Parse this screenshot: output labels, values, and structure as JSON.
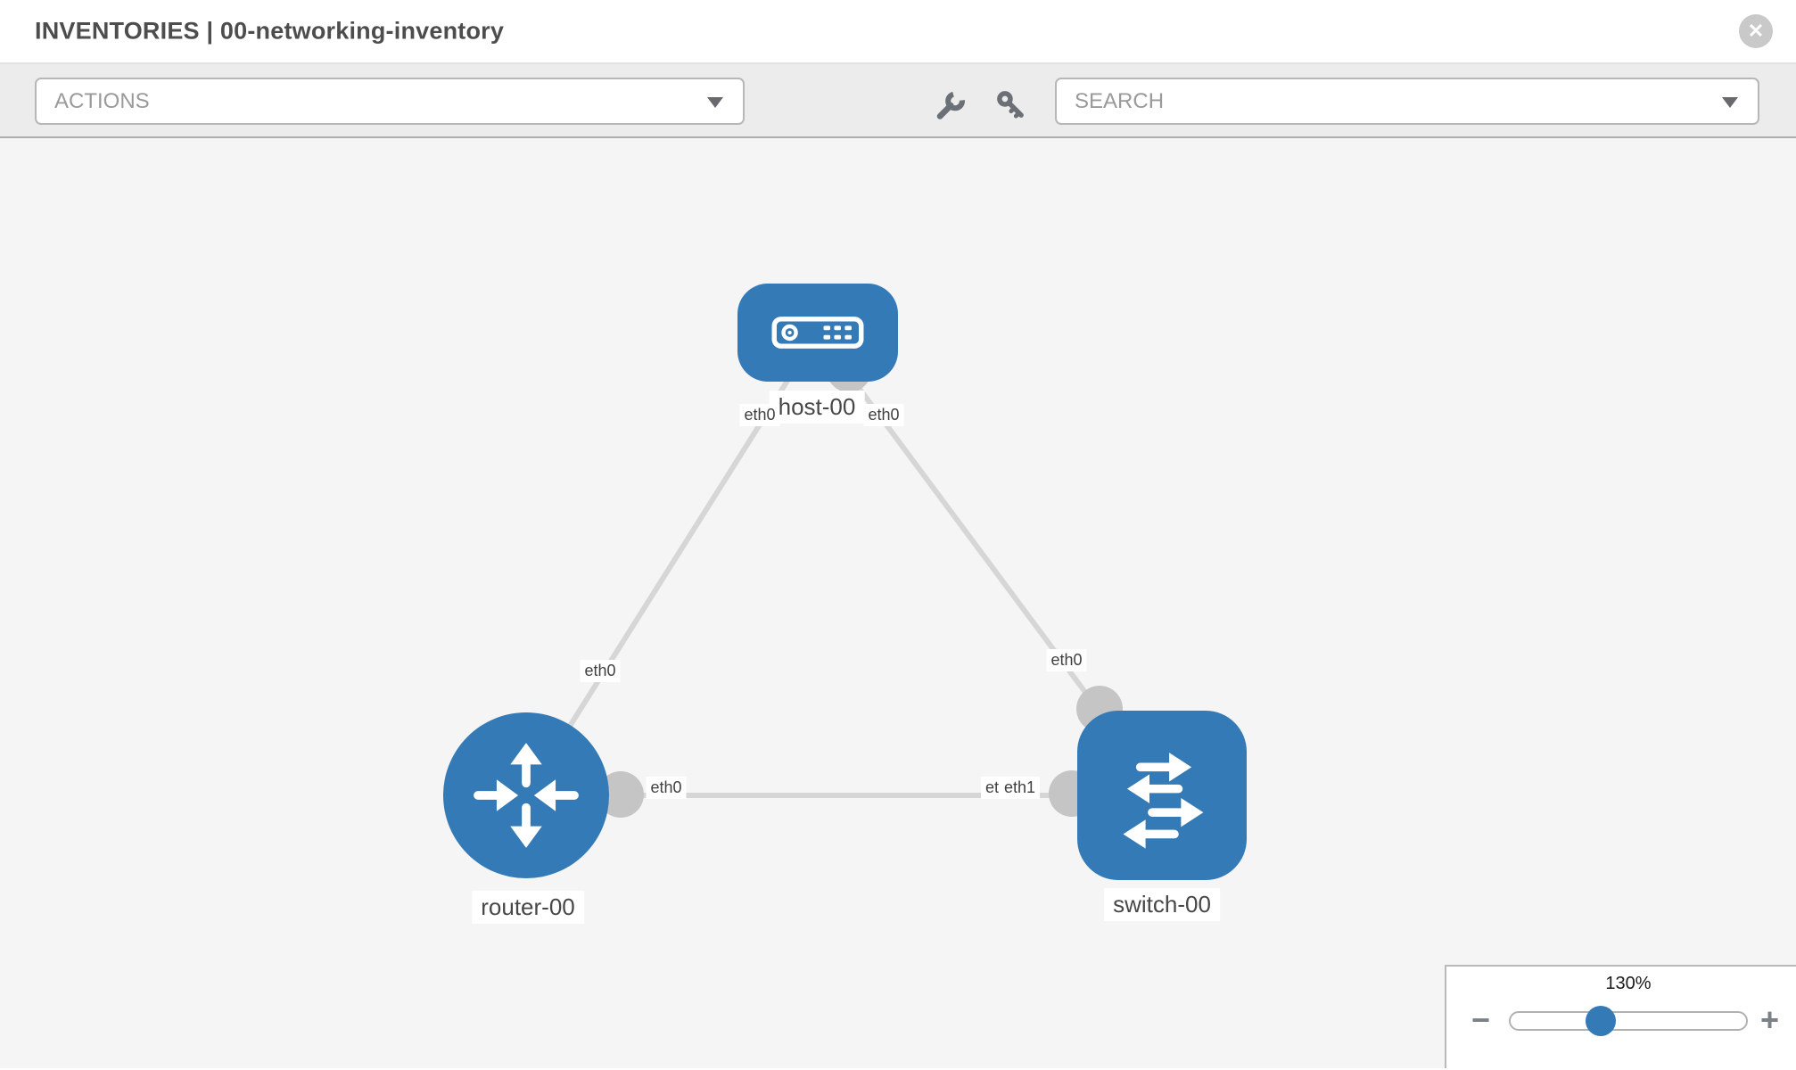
{
  "header": {
    "section": "INVENTORIES",
    "separator": "|",
    "inventory_name": "00-networking-inventory"
  },
  "toolbar": {
    "actions_label": "ACTIONS",
    "search_placeholder": "SEARCH",
    "icons": [
      "wrench-icon",
      "key-icon"
    ]
  },
  "topology": {
    "nodes": [
      {
        "name": "host-00",
        "type": "host"
      },
      {
        "name": "router-00",
        "type": "router"
      },
      {
        "name": "switch-00",
        "type": "switch"
      }
    ],
    "links": [
      {
        "from": "host-00",
        "to": "router-00",
        "from_interface": "eth0",
        "to_interface": "eth0"
      },
      {
        "from": "host-00",
        "to": "switch-00",
        "from_interface": "eth0",
        "to_interface": "eth0"
      },
      {
        "from": "router-00",
        "to": "switch-00",
        "from_interface": "eth0",
        "to_interface": "eth1",
        "overlapped_interface": "eth0"
      }
    ]
  },
  "zoom_panel": {
    "level_label": "130%",
    "percent": 130,
    "minus_label": "−",
    "plus_label": "+"
  },
  "colors": {
    "node_blue": "#337ab7",
    "edge_gray": "#d6d6d6",
    "interface_gray": "#c5c5c5",
    "canvas_bg": "#f5f5f5",
    "toolbar_bg": "#ececec"
  }
}
